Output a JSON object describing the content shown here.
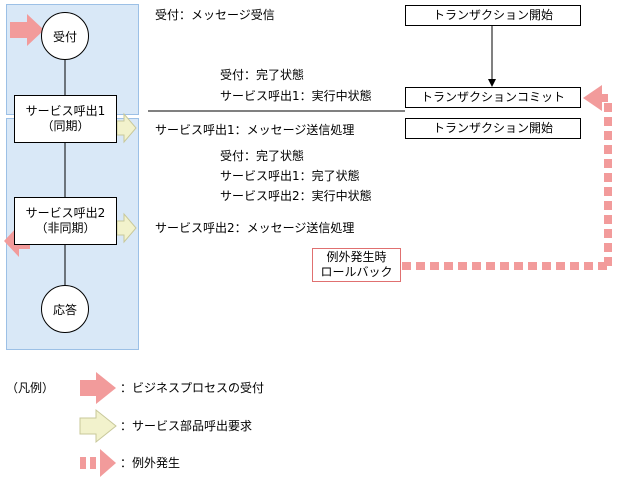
{
  "colors": {
    "lane_fill": "#d9e8f7",
    "lane_border": "#9cc0e6",
    "pink": "#f29b9b",
    "yellow_fill": "#f2f2cc",
    "yellow_border": "#c8c89a"
  },
  "nodes": {
    "start": "受付",
    "end": "応答",
    "call1": {
      "line1": "サービス呼出1",
      "line2": "（同期）"
    },
    "call2": {
      "line1": "サービス呼出2",
      "line2": "（非同期）"
    }
  },
  "messages": {
    "receive": "受付：メッセージ受信",
    "state1_a": "受付：完了状態",
    "state1_b": "サービス呼出1：実行中状態",
    "send1": "サービス呼出1：メッセージ送信処理",
    "state2_a": "受付：完了状態",
    "state2_b": "サービス呼出1：完了状態",
    "state2_c": "サービス呼出2：実行中状態",
    "send2": "サービス呼出2：メッセージ送信処理"
  },
  "transactions": {
    "start1": "トランザクション開始",
    "commit": "トランザクションコミット",
    "start2": "トランザクション開始"
  },
  "rollback": {
    "line1": "例外発生時",
    "line2": "ロールバック"
  },
  "legend": {
    "title": "（凡例）",
    "items": [
      {
        "icon": "pink-arrow-icon",
        "text": "：ビジネスプロセスの受付"
      },
      {
        "icon": "yellow-arrow-icon",
        "text": "：サービス部品呼出要求"
      },
      {
        "icon": "dashed-arrow-icon",
        "text": "：例外発生"
      }
    ]
  }
}
